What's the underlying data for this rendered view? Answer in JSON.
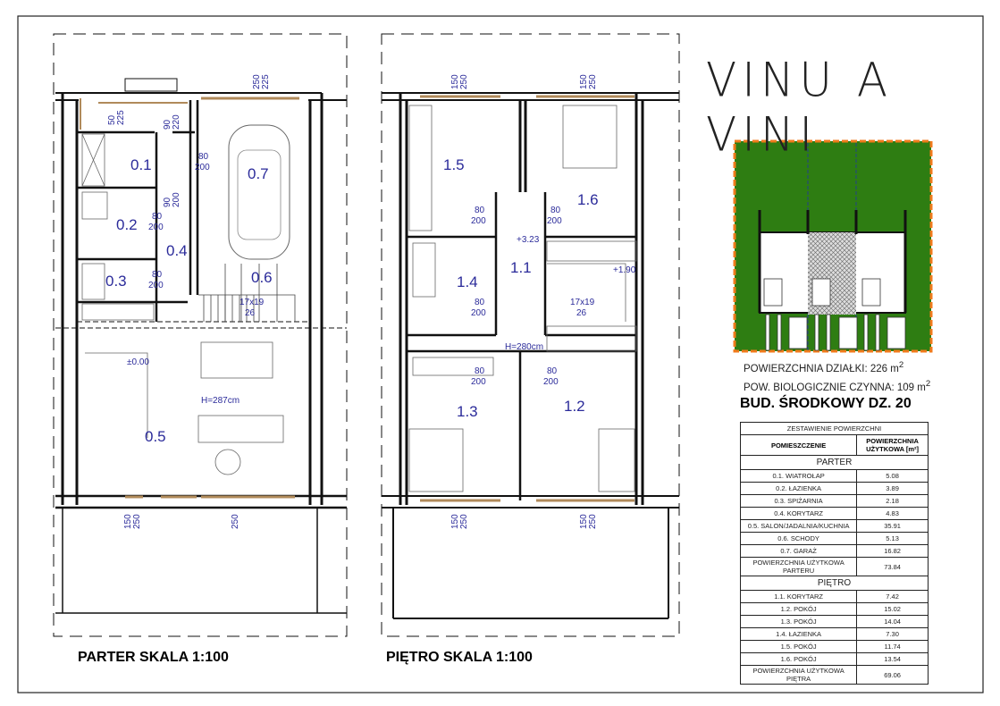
{
  "title": "VINU A VINI",
  "parter": {
    "caption": "PARTER SKALA 1:100",
    "rooms": [
      "0.1",
      "0.2",
      "0.3",
      "0.4",
      "0.5",
      "0.6",
      "0.7"
    ],
    "height": "H=287cm",
    "level": "±0.00",
    "stairs": [
      "17x19",
      "26"
    ],
    "dims": [
      [
        "50",
        "225"
      ],
      [
        "90",
        "220"
      ],
      [
        "250",
        "225"
      ],
      [
        "80",
        "200"
      ],
      [
        "90",
        "200"
      ],
      [
        "80",
        "200"
      ],
      [
        "80",
        "200"
      ],
      [
        "150",
        "250"
      ],
      [
        "250"
      ]
    ]
  },
  "pietro": {
    "caption": "PIĘTRO SKALA 1:100",
    "rooms": [
      "1.1",
      "1.2",
      "1.3",
      "1.4",
      "1.5",
      "1.6"
    ],
    "height": "H=280cm",
    "levels": [
      "+3.23",
      "+1.90"
    ],
    "stairs": [
      "17x19",
      "26"
    ],
    "dims": [
      [
        "150",
        "250"
      ],
      [
        "150",
        "250"
      ],
      [
        "80",
        "200"
      ],
      [
        "80",
        "200"
      ],
      [
        "80",
        "200"
      ],
      [
        "80",
        "200"
      ],
      [
        "80",
        "200"
      ],
      [
        "150",
        "250"
      ],
      [
        "150",
        "250"
      ]
    ]
  },
  "site": {
    "area_label": "POWIERZCHNIA DZIAŁKI: 226 m",
    "area_sup": "2",
    "bio_label": "POW. BIOLOGICZNIE CZYNNA: 109 m",
    "bio_sup": "2",
    "heading": "BUD. ŚRODKOWY DZ. 20",
    "green": "#2e7d12",
    "border": "#f07b1c"
  },
  "table": {
    "title": "ZESTAWIENIE POWIERZCHNI",
    "col1": "POMIESZCZENIE",
    "col2": "POWIERZCHNIA UŻYTKOWA [m²]",
    "sections": [
      {
        "name": "PARTER",
        "rows": [
          [
            "0.1. WIATROŁAP",
            "5.08"
          ],
          [
            "0.2. ŁAZIENKA",
            "3.89"
          ],
          [
            "0.3. SPIŻARNIA",
            "2.18"
          ],
          [
            "0.4. KORYTARZ",
            "4.83"
          ],
          [
            "0.5. SALON/JADALNIA/KUCHNIA",
            "35.91"
          ],
          [
            "0.6. SCHODY",
            "5.13"
          ],
          [
            "0.7. GARAŻ",
            "16.82"
          ],
          [
            "POWIERZCHNIA UŻYTKOWA PARTERU",
            "73.84"
          ]
        ]
      },
      {
        "name": "PIĘTRO",
        "rows": [
          [
            "1.1. KORYTARZ",
            "7.42"
          ],
          [
            "1.2. POKÓJ",
            "15.02"
          ],
          [
            "1.3. POKÓJ",
            "14.04"
          ],
          [
            "1.4. ŁAZIENKA",
            "7.30"
          ],
          [
            "1.5. POKÓJ",
            "11.74"
          ],
          [
            "1.6. POKÓJ",
            "13.54"
          ],
          [
            "POWIERZCHNIA UŻYTKOWA PIĘTRA",
            "69.06"
          ]
        ]
      }
    ]
  }
}
